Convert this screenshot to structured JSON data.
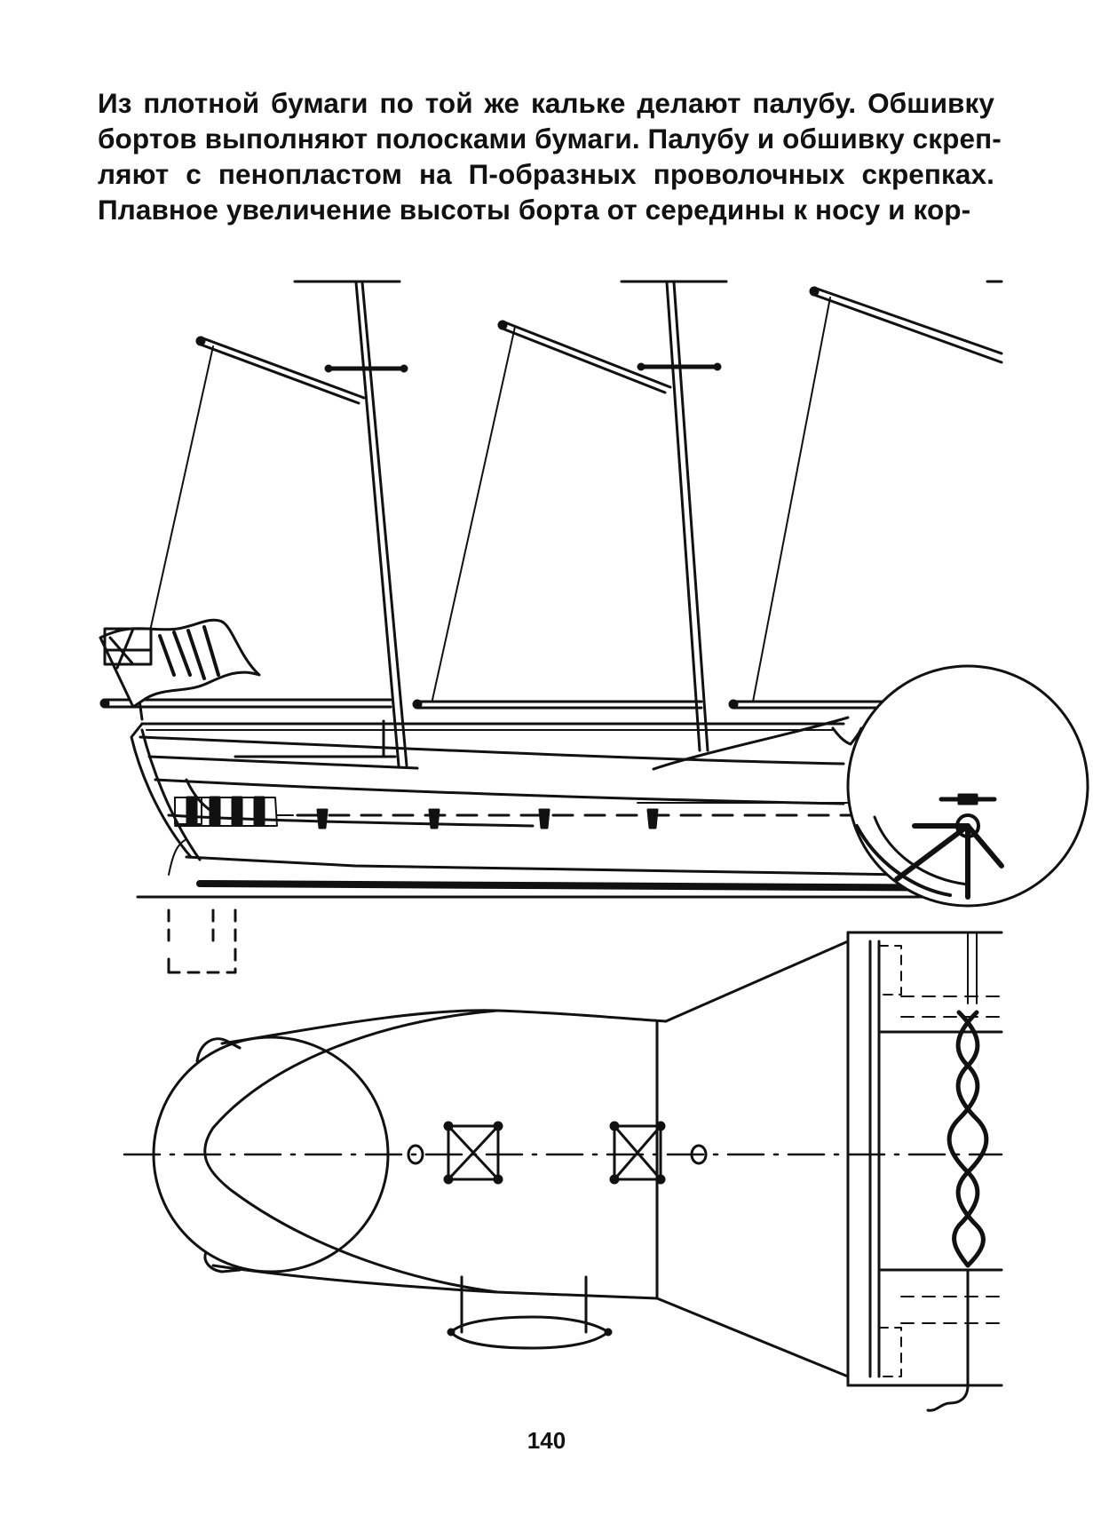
{
  "paragraph": {
    "lines": [
      "Из плотной бумаги по той же кальке делают палубу. Обшивку",
      "бортов выполняют полосками бумаги. Палубу и обшивку скреп-",
      "ляют с пенопластом на П-образных проволочных скрепках.",
      "Плавное увеличение высоты борта от середины к носу и кор-"
    ]
  },
  "figure": {
    "subject": "ship-plan-drawing"
  },
  "page_number": "140"
}
